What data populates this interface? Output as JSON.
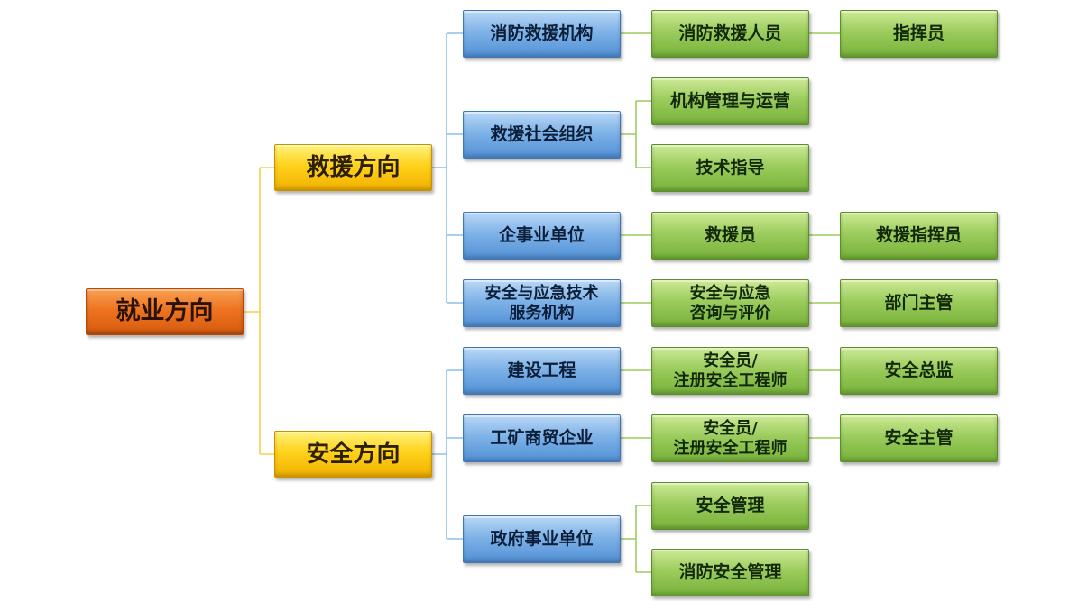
{
  "diagram": {
    "root": "就业方向",
    "rescue": {
      "label": "救援方向",
      "fire_rescue_org": "消防救援机构",
      "fire_rescue_staff": "消防救援人员",
      "commander": "指挥员",
      "rescue_social_org": "救援社会组织",
      "org_management": "机构管理与运营",
      "tech_guidance": "技术指导",
      "enterprise_unit": "企事业单位",
      "rescuer": "救援员",
      "rescue_commander": "救援指挥员",
      "safety_tech_service": "安全与应急技术\n服务机构",
      "consulting_evaluation": "安全与应急\n咨询与评价",
      "dept_supervisor": "部门主管"
    },
    "safety": {
      "label": "安全方向",
      "construction": "建设工程",
      "safety_officer_1": "安全员/\n注册安全工程师",
      "safety_director": "安全总监",
      "mining_trade": "工矿商贸企业",
      "safety_officer_2": "安全员/\n注册安全工程师",
      "safety_supervisor": "安全主管",
      "government_unit": "政府事业单位",
      "safety_management": "安全管理",
      "fire_safety_management": "消防安全管理"
    }
  },
  "colors": {
    "root": "#ee7421",
    "level1": "#ffd21c",
    "level2": "#7fb3e8",
    "level3": "#9ccc5e",
    "connector_root": "#f5d24a",
    "connector_l2": "#8fc0ea",
    "connector_l3": "#9ccc5e"
  }
}
